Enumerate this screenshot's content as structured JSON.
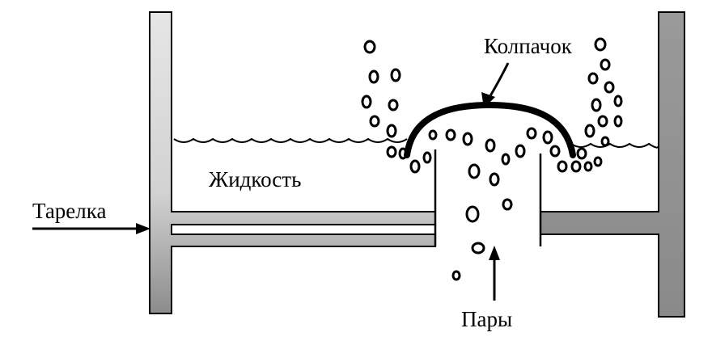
{
  "labels": {
    "cap": "Колпачок",
    "liquid": "Жидкость",
    "tray": "Тарелка",
    "vapors": "Пары"
  },
  "colors": {
    "stroke": "#000000",
    "wall_fill": "#d9d9d9",
    "wall_dark": "#8f8f8f",
    "background": "#ffffff"
  }
}
